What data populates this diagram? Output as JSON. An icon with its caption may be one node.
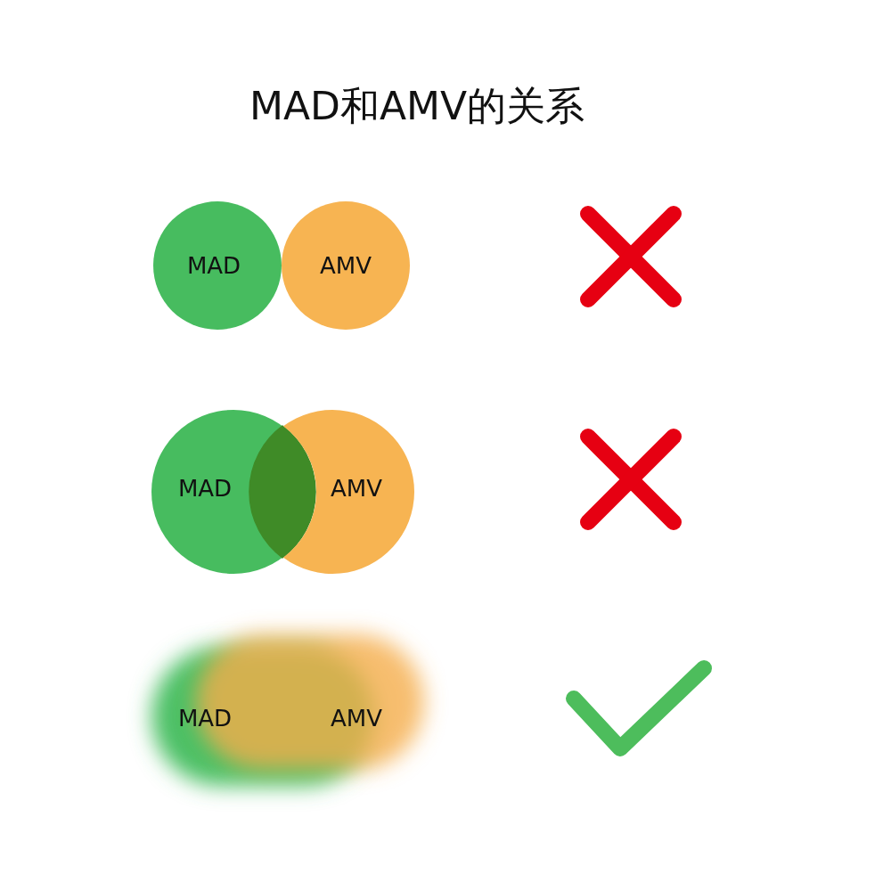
{
  "diagram": {
    "title": "MAD和AMV的关系",
    "nodes": [
      {
        "text": [
          "MAD"
        ]
      },
      {
        "text": [
          "AMV"
        ]
      },
      {
        "text": [
          "MAD"
        ]
      },
      {
        "text": [
          "AMV"
        ]
      },
      {
        "text": [
          "MAD",
          "AMV"
        ]
      }
    ]
  }
}
